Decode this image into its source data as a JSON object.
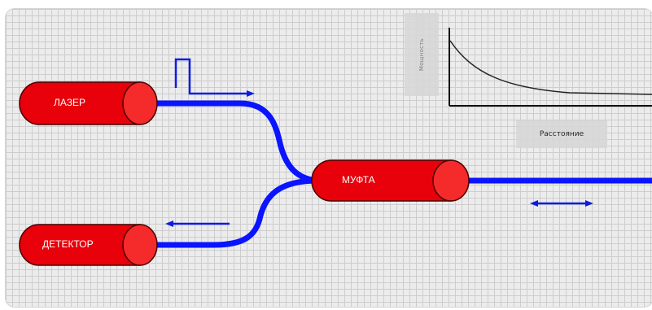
{
  "components": {
    "laser": {
      "label": "ЛАЗЕР"
    },
    "detector": {
      "label": "ДЕТЕКТОР"
    },
    "coupler": {
      "label": "МУФТА"
    }
  },
  "graph": {
    "xlabel": "Расстояние",
    "ylabel": "Мощность"
  },
  "colors": {
    "component_fill": "#e8000a",
    "component_end": "#f52a2a",
    "fiber": "#0a14ff",
    "arrow": "#0d1de0",
    "grid_bg": "#ececec",
    "curve": "#222222"
  }
}
